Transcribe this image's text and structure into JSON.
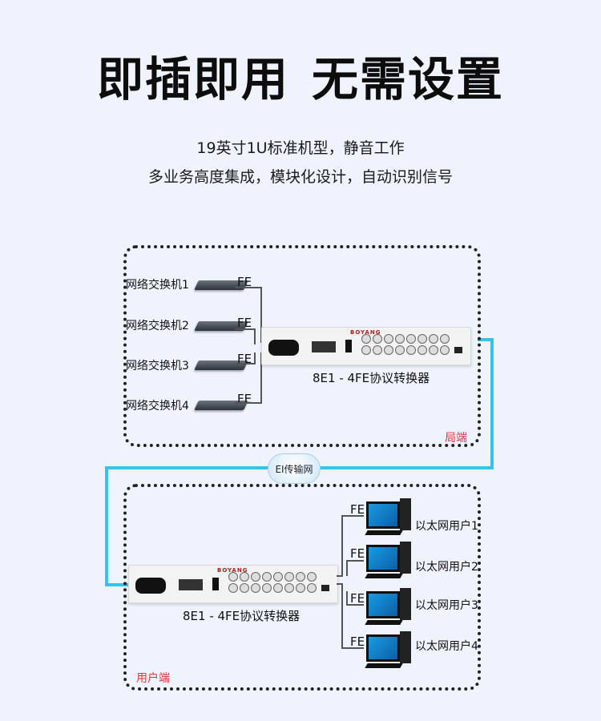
{
  "headline": {
    "part1": "即插即用",
    "part2": "无需设置"
  },
  "subtitles": [
    "19英寸1U标准机型，静音工作",
    "多业务高度集成，模块化设计，自动识别信号"
  ],
  "colors": {
    "background": "#eff3fe",
    "accent_line": "#35c2f0",
    "zone_label": "#e8333a"
  },
  "top_zone": {
    "label": "局端",
    "switches": [
      "网络交换机1",
      "网络交换机2",
      "网络交换机3",
      "网络交换机4"
    ],
    "port_label": "FE",
    "device": {
      "brand": "BOYANG",
      "name": "8E1 - 4FE协议转换器"
    }
  },
  "network": {
    "label": "EI传输网"
  },
  "bottom_zone": {
    "label": "用户端",
    "device": {
      "brand": "BOYANG",
      "name": "8E1 - 4FE协议转换器"
    },
    "port_label": "FE",
    "users": [
      "以太网用户1",
      "以太网用户2",
      "以太网用户3",
      "以太网用户4"
    ]
  }
}
